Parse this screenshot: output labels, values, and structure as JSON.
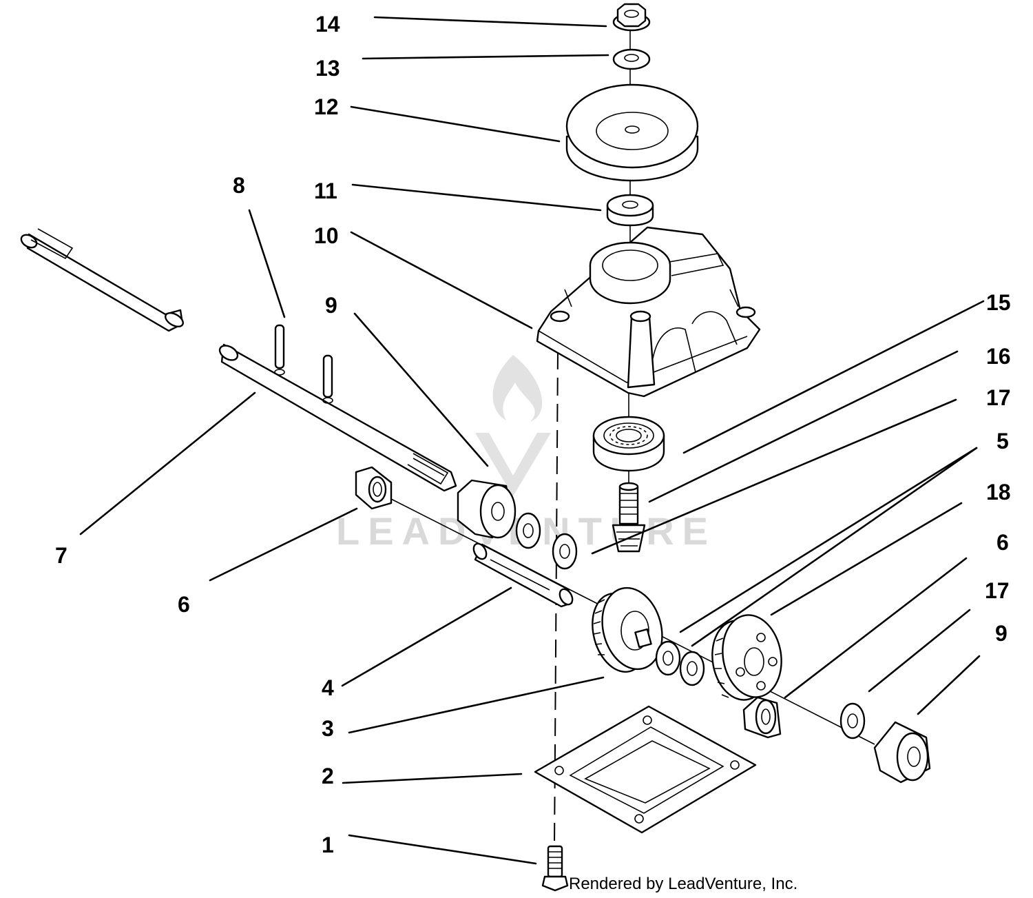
{
  "diagram": {
    "callouts": [
      "14",
      "13",
      "12",
      "11",
      "10",
      "9",
      "8",
      "7",
      "6",
      "15",
      "16",
      "17",
      "5",
      "18",
      "6",
      "17",
      "9",
      "4",
      "3",
      "2",
      "1"
    ],
    "watermark_text": "LEADVENTURE",
    "credit": "Rendered by LeadVenture, Inc."
  },
  "colors": {
    "ink": "#000000",
    "paper": "#ffffff",
    "watermark": "#d9d9d9"
  }
}
